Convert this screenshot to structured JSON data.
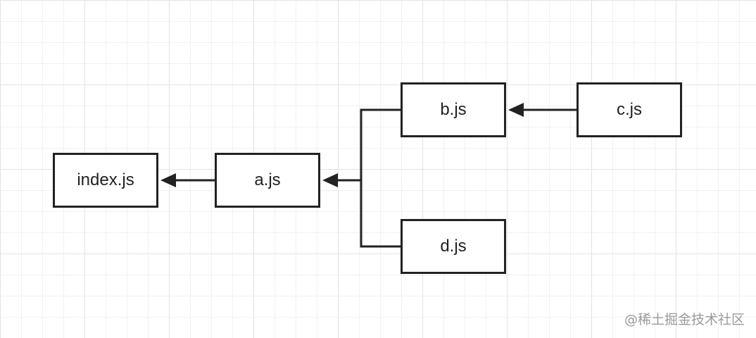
{
  "diagram": {
    "nodes": {
      "index": "index.js",
      "a": "a.js",
      "b": "b.js",
      "c": "c.js",
      "d": "d.js"
    },
    "edges": [
      {
        "from": "a.js",
        "to": "index.js"
      },
      {
        "from": "b.js",
        "to": "a.js"
      },
      {
        "from": "d.js",
        "to": "a.js"
      },
      {
        "from": "c.js",
        "to": "b.js"
      }
    ]
  },
  "watermark": "@稀土掘金技术社区",
  "colors": {
    "stroke": "#222222",
    "background": "#ffffff",
    "grid_major": "#e3e3e3",
    "grid_minor": "#f1f1f1",
    "watermark": "#9a9a9a"
  }
}
